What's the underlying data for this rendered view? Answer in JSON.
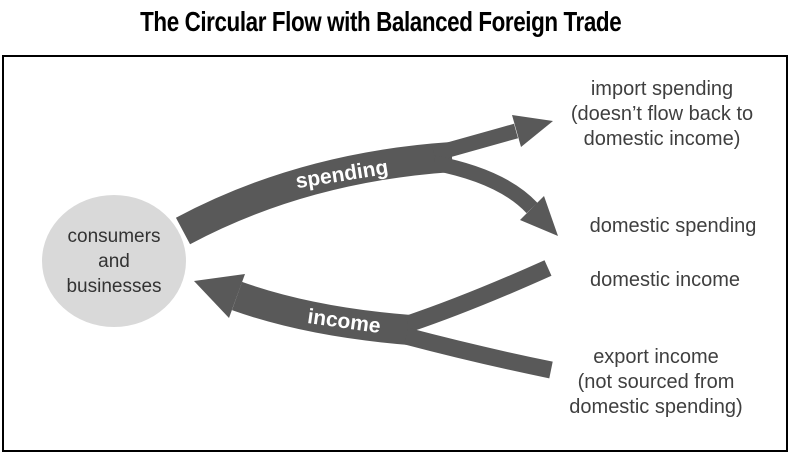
{
  "title": "The Circular Flow with Balanced Foreign Trade",
  "node": {
    "label": "consumers\nand\nbusinesses"
  },
  "flows": {
    "spending": {
      "label": "spending"
    },
    "income": {
      "label": "income"
    }
  },
  "labels": {
    "import_spending": "import spending\n(doesn’t flow back to\ndomestic income)",
    "domestic_spending": "domestic spending",
    "domestic_income": "domestic income",
    "export_income": "export income\n(not sourced from\ndomestic spending)"
  },
  "colors": {
    "arrow": "#595959",
    "node_fill": "#d9d9d9",
    "label_text": "#3f3f3f",
    "arrow_label_text": "#ffffff",
    "title_text": "#000000",
    "frame_border": "#000000",
    "background": "#ffffff"
  }
}
